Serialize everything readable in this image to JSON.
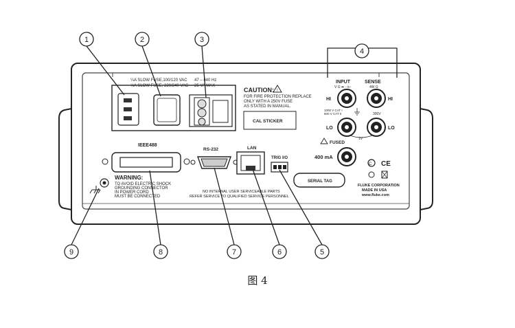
{
  "callouts": [
    "1",
    "2",
    "3",
    "4",
    "5",
    "6",
    "7",
    "8",
    "9"
  ],
  "power_entry": {
    "fuse_line1": "¼A SLOW FUSE,100/120 VAC",
    "fuse_line2": "⅛A SLOW FUSE, 220/240 VAC",
    "freq": "47 – 440 Hz",
    "va": "25 VA MAX"
  },
  "caution": {
    "title": "CAUTION:",
    "line1": "FOR FIRE PROTECTION REPLACE",
    "line2": "ONLY WITH A 250V FUSE",
    "line3": "AS STATED IN MANUAL."
  },
  "cal_sticker": "CAL STICKER",
  "input": {
    "label": "INPUT",
    "symbols": "V Ω ➡ ⊣⊢",
    "hi": "HI",
    "lo": "LO",
    "cat_line1": "1000 V CAT I",
    "cat_line2": "600 V CAT II",
    "v300": "300V",
    "v1": "1V",
    "fused": "FUSED",
    "current": "400 mA"
  },
  "sense": {
    "label": "SENSE",
    "sublabel": "4W Ω",
    "hi": "HI",
    "lo": "LO"
  },
  "ports": {
    "ieee": "IEEE488",
    "rs232": "RS-232",
    "lan": "LAN",
    "trig": "TRIG I/O",
    "serial_tag": "SERIAL TAG"
  },
  "warning": {
    "title": "WARNING:",
    "line1": "TO AVOID ELECTRIC SHOCK",
    "line2": "GROUNDING CONNECTOR",
    "line3": "IN POWER CORD",
    "line4": "MUST BE CONNECTED"
  },
  "service": {
    "line1": "NO INTERNAL USER SERVICEABLE PARTS",
    "line2": "REFER SERVICE TO QUALIFIED SERVICE PERSONNEL"
  },
  "maker": {
    "line1": "FLUKE CORPORATION",
    "line2": "MADE IN USA",
    "line3": "www.fluke.com"
  },
  "caption": "图 4"
}
